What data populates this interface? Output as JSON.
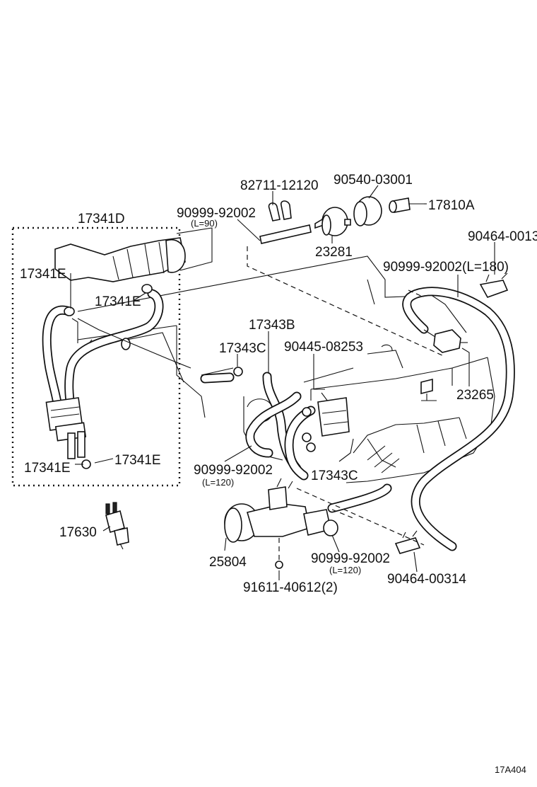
{
  "diagram_id": "17A404",
  "parts": {
    "p_17341d": "17341D",
    "p_17341e_a": "17341E",
    "p_17341e_b": "17341E",
    "p_17341e_c": "17341E",
    "p_17341e_d": "17341E",
    "p_82711": "82711-12120",
    "p_90540": "90540-03001",
    "p_17810a": "17810A",
    "p_90999_a": "90999-92002",
    "p_90999_a_len": "(L=90)",
    "p_23281": "23281",
    "p_90464_top": "90464-0013",
    "p_90999_b": "90999-92002(L=180)",
    "p_17343b": "17343B",
    "p_17343c_a": "17343C",
    "p_90445": "90445-08253",
    "p_23265": "23265",
    "p_90999_c": "90999-92002",
    "p_90999_c_len": "(L=120)",
    "p_17343c_b": "17343C",
    "p_17630": "17630",
    "p_25804": "25804",
    "p_90999_d": "90999-92002",
    "p_90999_d_len": "(L=120)",
    "p_90464_bot": "90464-00314",
    "p_91611": "91611-40612(2)"
  }
}
